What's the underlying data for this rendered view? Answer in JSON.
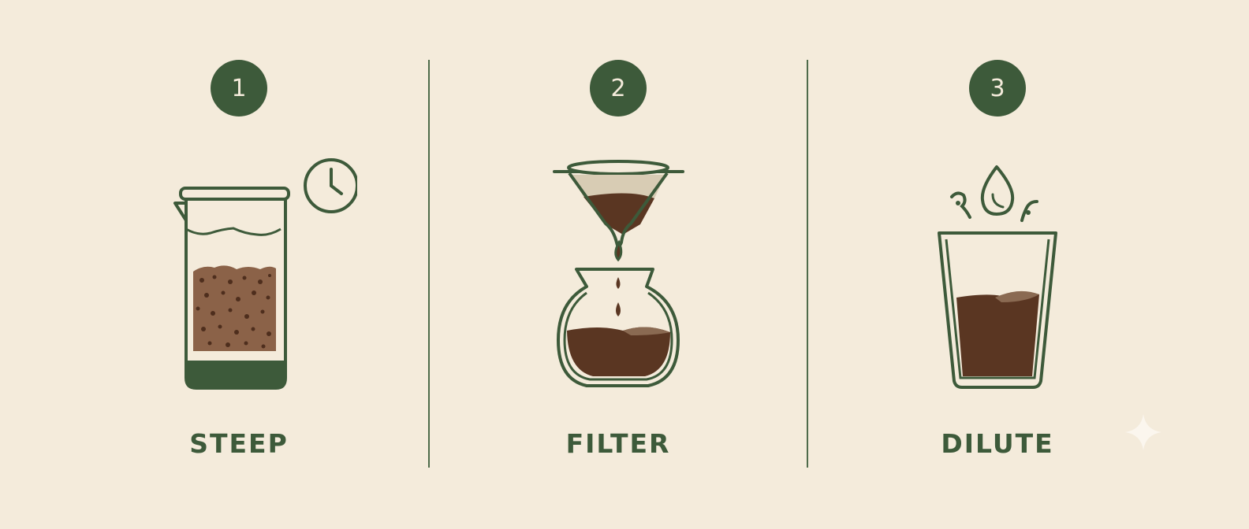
{
  "steps": [
    {
      "number": "1",
      "label": "STEEP",
      "icon": "jar-with-grounds-and-clock-icon"
    },
    {
      "number": "2",
      "label": "FILTER",
      "icon": "filter-cone-over-carafe-icon"
    },
    {
      "number": "3",
      "label": "DILUTE",
      "icon": "glass-with-water-drops-icon"
    }
  ],
  "colors": {
    "background": "#f4ebdb",
    "green": "#3d5a3a",
    "coffee_dark": "#5a3622",
    "coffee_light": "#8a6a52",
    "grounds": "#7a5236"
  }
}
